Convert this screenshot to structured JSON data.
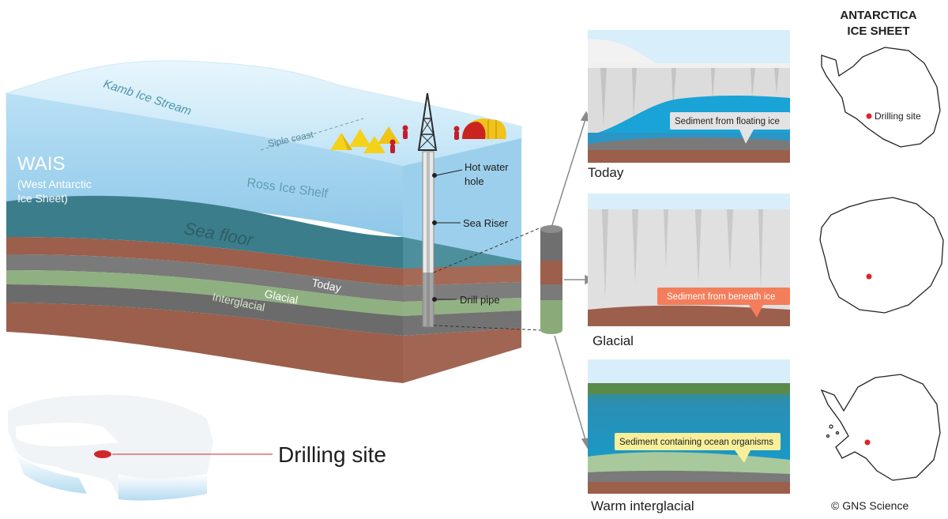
{
  "block": {
    "kamb": "Kamb Ice Stream",
    "siple": "Siple coast",
    "wais_title": "WAIS",
    "wais_sub1": "(West Antarctic",
    "wais_sub2": "Ice Sheet)",
    "ross": "Ross Ice Shelf",
    "sea_floor": "Sea floor",
    "today": "Today",
    "glacial": "Glacial",
    "interglacial": "Interglacial"
  },
  "drill": {
    "hot_water_1": "Hot water",
    "hot_water_2": "hole",
    "sea_riser": "Sea Riser",
    "drill_pipe": "Drill pipe"
  },
  "locator": {
    "label": "Drilling site"
  },
  "panels": [
    {
      "caption": "Today",
      "callout": "Sediment from floating ice"
    },
    {
      "caption": "Glacial",
      "callout": "Sediment from beneath ice"
    },
    {
      "caption": "Warm interglacial",
      "callout": "Sediment containing ocean organisms"
    }
  ],
  "maps": {
    "title_1": "ANTARCTICA",
    "title_2": "ICE SHEET",
    "site_label": "Drilling site"
  },
  "credit": "© GNS Science",
  "colors": {
    "ice_light": "#d7eefa",
    "ice_mid": "#a9d6f0",
    "sea": "#3e7f8f",
    "brown": "#9b5f4c",
    "grey": "#6f6f6f",
    "green": "#8aaa7a",
    "ocean_blue": "#1aa3d6",
    "marker_red": "#e0222a",
    "callout_grey": "#e3e3e3",
    "callout_orange": "#f47e5c",
    "callout_yellow": "#f7ef9a"
  }
}
